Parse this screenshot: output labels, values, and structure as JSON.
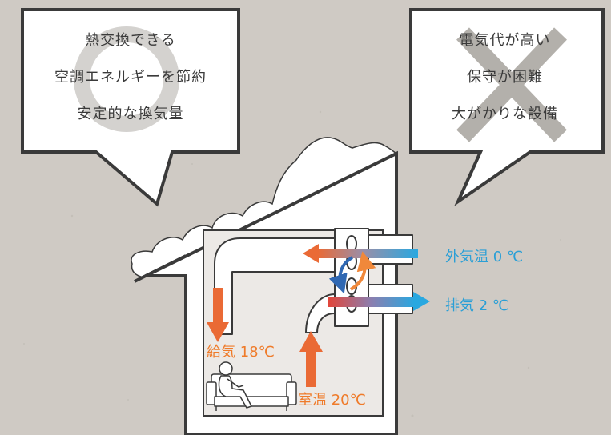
{
  "merits": {
    "lines": [
      "熱交換できる",
      "空調エネルギーを節約",
      "安定的な換気量"
    ]
  },
  "demerits": {
    "lines": [
      "電気代が高い",
      "保守が困難",
      "大がかりな設備"
    ]
  },
  "labels": {
    "outside_air": "外気温 0 ℃",
    "exhaust": "排気 2 ℃",
    "supply": "給気 18℃",
    "room": "室温 20℃"
  },
  "colors": {
    "background": "#cfcac4",
    "cold": "#29a8e0",
    "warm": "#ea6a35",
    "warm_text": "#ef7b2a",
    "cold_text": "#2a9fd6",
    "outline": "#3a3a3a",
    "cross": "#b3b0ab"
  }
}
